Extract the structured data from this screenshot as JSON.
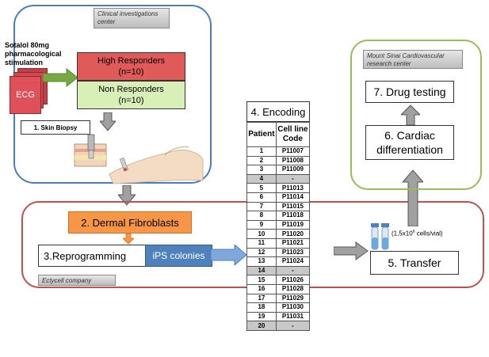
{
  "clinical": {
    "tag": "Clinical investigations center",
    "sotalol": [
      "Sotalol 80mg",
      "pharmacological",
      "stimulation"
    ],
    "ecg": "ECG",
    "high_responders": [
      "High Responders",
      "(n=10)"
    ],
    "non_responders": [
      "Non Responders",
      "(n=10)"
    ],
    "skin_biopsy": "1. Skin Biopsy"
  },
  "ectycell": {
    "tag": "Ectycell company",
    "dermal": "2. Dermal Fibroblasts",
    "reprogramming": "3.Reprogramming",
    "ips": "iPS colonies"
  },
  "encoding": {
    "title": "4. Encoding",
    "col_patient": "Patient",
    "col_code": [
      "Cell line",
      "Code"
    ],
    "rows": [
      {
        "patient": "1",
        "code": "P11007",
        "excluded": false
      },
      {
        "patient": "2",
        "code": "P11008",
        "excluded": false
      },
      {
        "patient": "3",
        "code": "P11009",
        "excluded": false
      },
      {
        "patient": "4",
        "code": "-",
        "excluded": true
      },
      {
        "patient": "5",
        "code": "P11013",
        "excluded": false
      },
      {
        "patient": "6",
        "code": "P11014",
        "excluded": false
      },
      {
        "patient": "7",
        "code": "P11015",
        "excluded": false
      },
      {
        "patient": "8",
        "code": "P11018",
        "excluded": false
      },
      {
        "patient": "9",
        "code": "P11019",
        "excluded": false
      },
      {
        "patient": "10",
        "code": "P11020",
        "excluded": false
      },
      {
        "patient": "11",
        "code": "P11021",
        "excluded": false
      },
      {
        "patient": "12",
        "code": "P11023",
        "excluded": false
      },
      {
        "patient": "13",
        "code": "P11024",
        "excluded": false
      },
      {
        "patient": "14",
        "code": "-",
        "excluded": true
      },
      {
        "patient": "15",
        "code": "P11026",
        "excluded": false
      },
      {
        "patient": "16",
        "code": "P11028",
        "excluded": false
      },
      {
        "patient": "17",
        "code": "P11029",
        "excluded": false
      },
      {
        "patient": "18",
        "code": "P11030",
        "excluded": false
      },
      {
        "patient": "19",
        "code": "P11031",
        "excluded": false
      },
      {
        "patient": "20",
        "code": "-",
        "excluded": true
      }
    ]
  },
  "mount_sinai": {
    "tag": "Mount Sinai Cardiovascular research center",
    "drug_testing": "7. Drug testing",
    "cardiac": [
      "6. Cardiac",
      "differentiation"
    ]
  },
  "transfer": {
    "label": "5. Transfer",
    "cells_prefix": "(1,5x10",
    "cells_exp": "6",
    "cells_suffix": " cells/vial)"
  },
  "colors": {
    "clinical_border": "#4a7ebb",
    "ectycell_border": "#c0504d",
    "sinai_border": "#9bbb59",
    "high_fill": "#e05a5a",
    "non_fill": "#d8f0b8",
    "dermal_fill": "#f79646",
    "ips_fill": "#4f81bd",
    "ecg_fill": "#e0505a"
  }
}
